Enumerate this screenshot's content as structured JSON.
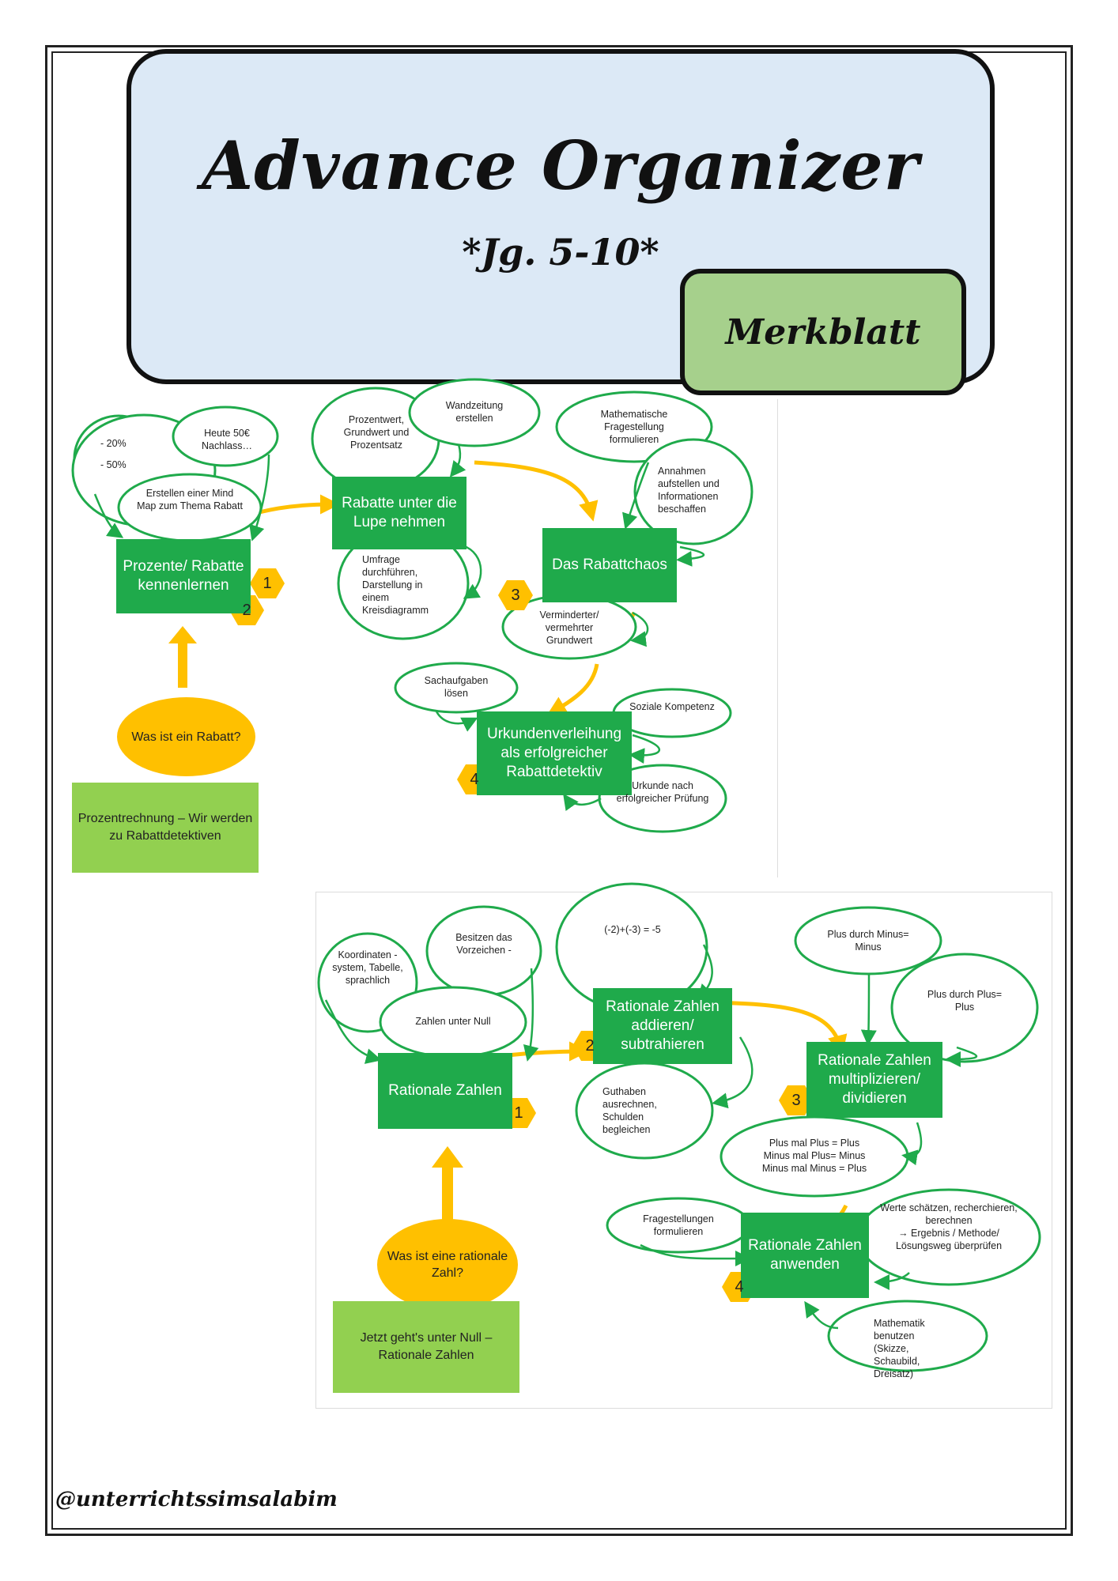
{
  "header": {
    "title": "Advance Organizer",
    "subtitle": "*Jg. 5-10*",
    "badge": "Merkblatt"
  },
  "colors": {
    "green": "#1faa4b",
    "light_green": "#92d050",
    "yellow": "#ffc000",
    "header_blue": "#dce9f6",
    "badge_green": "#a6d08c"
  },
  "diagram1": {
    "theme": "Prozentrechnung – Wir werden zu Rabattdetektiven",
    "question": "Was ist ein Rabatt?",
    "steps": [
      {
        "number": "1",
        "label": "Prozente/ Rabatte kennenlernen"
      },
      {
        "number": "2",
        "label": "Rabatte unter die Lupe nehmen"
      },
      {
        "number": "3",
        "label": "Das Rabattchaos"
      },
      {
        "number": "4",
        "label": "Urkundenverleihung als erfolgreicher Rabattdetektiv"
      }
    ],
    "bubbles": {
      "percent_20": "- 20%",
      "percent_50": "- 50%",
      "heute": "Heute 50€ Nachlass…",
      "mindmap": "Erstellen einer Mind Map zum Thema Rabatt",
      "prozentwert": "Prozentwert, Grundwert und Prozentsatz",
      "wandzeitung": "Wandzeitung erstellen",
      "umfrage": "Umfrage durchführen, Darstellung in einem Kreisdiagramm",
      "fragestellung": "Mathematische Fragestellung formulieren",
      "annahmen": "Annahmen aufstellen und Informationen beschaffen",
      "grundwert": "Verminderter/ vermehrter Grundwert",
      "sachaufgaben": "Sachaufgaben lösen",
      "soziale": "Soziale Kompetenz",
      "urkunde": "Urkunde nach erfolgreicher Prüfung"
    }
  },
  "diagram2": {
    "theme": "Jetzt geht's unter Null – Rationale Zahlen",
    "question": "Was ist eine rationale Zahl?",
    "steps": [
      {
        "number": "1",
        "label": "Rationale Zahlen"
      },
      {
        "number": "2",
        "label": "Rationale Zahlen addieren/ subtrahieren"
      },
      {
        "number": "3",
        "label": "Rationale Zahlen multiplizieren/ dividieren"
      },
      {
        "number": "4",
        "label": "Rationale Zahlen anwenden"
      }
    ],
    "bubbles": {
      "koordinaten": "Koordinaten -system, Tabelle, sprachlich",
      "vorzeichen": "Besitzen das Vorzeichen -",
      "unter_null": "Zahlen unter Null",
      "rechnung": "(-2)+(-3) = -5",
      "guthaben": "Guthaben ausrechnen, Schulden begleichen",
      "plus_minus": "Plus durch Minus= Minus",
      "plus_plus": "Plus durch Plus= Plus",
      "mal": "Plus mal Plus = Plus\nMinus mal Plus= Minus\nMinus mal Minus = Plus",
      "fragestellungen": "Fragestellungen formulieren",
      "werte": "Werte schätzen, recherchieren, berechnen\n→ Ergebnis / Methode/ Lösungsweg überprüfen",
      "mathematik": "Mathematik benutzen (Skizze, Schaubild, Dreisatz)"
    }
  },
  "footer": "@unterrichtssimsalabim"
}
